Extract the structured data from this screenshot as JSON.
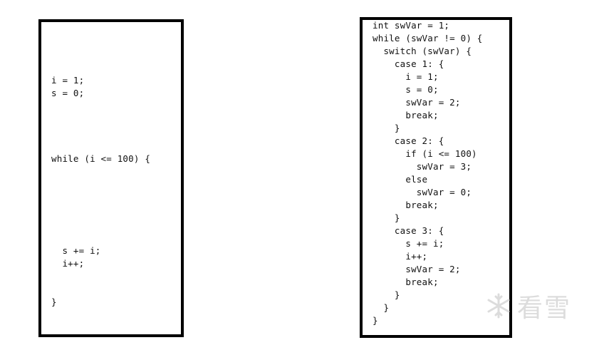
{
  "left_panel": {
    "lines": [
      "i = 1;",
      "s = 0;",
      "while (i <= 100) {",
      "  s += i;",
      "  i++;",
      "}"
    ]
  },
  "right_panel": {
    "lines": [
      "int swVar = 1;",
      "while (swVar != 0) {",
      "  switch (swVar) {",
      "    case 1: {",
      "      i = 1;",
      "      s = 0;",
      "      swVar = 2;",
      "      break;",
      "    }",
      "    case 2: {",
      "      if (i <= 100)",
      "        swVar = 3;",
      "      else",
      "        swVar = 0;",
      "      break;",
      "    }",
      "    case 3: {",
      "      s += i;",
      "      i++;",
      "      swVar = 2;",
      "      break;",
      "    }",
      "  }",
      "}"
    ]
  },
  "watermark": {
    "text": "看雪"
  }
}
